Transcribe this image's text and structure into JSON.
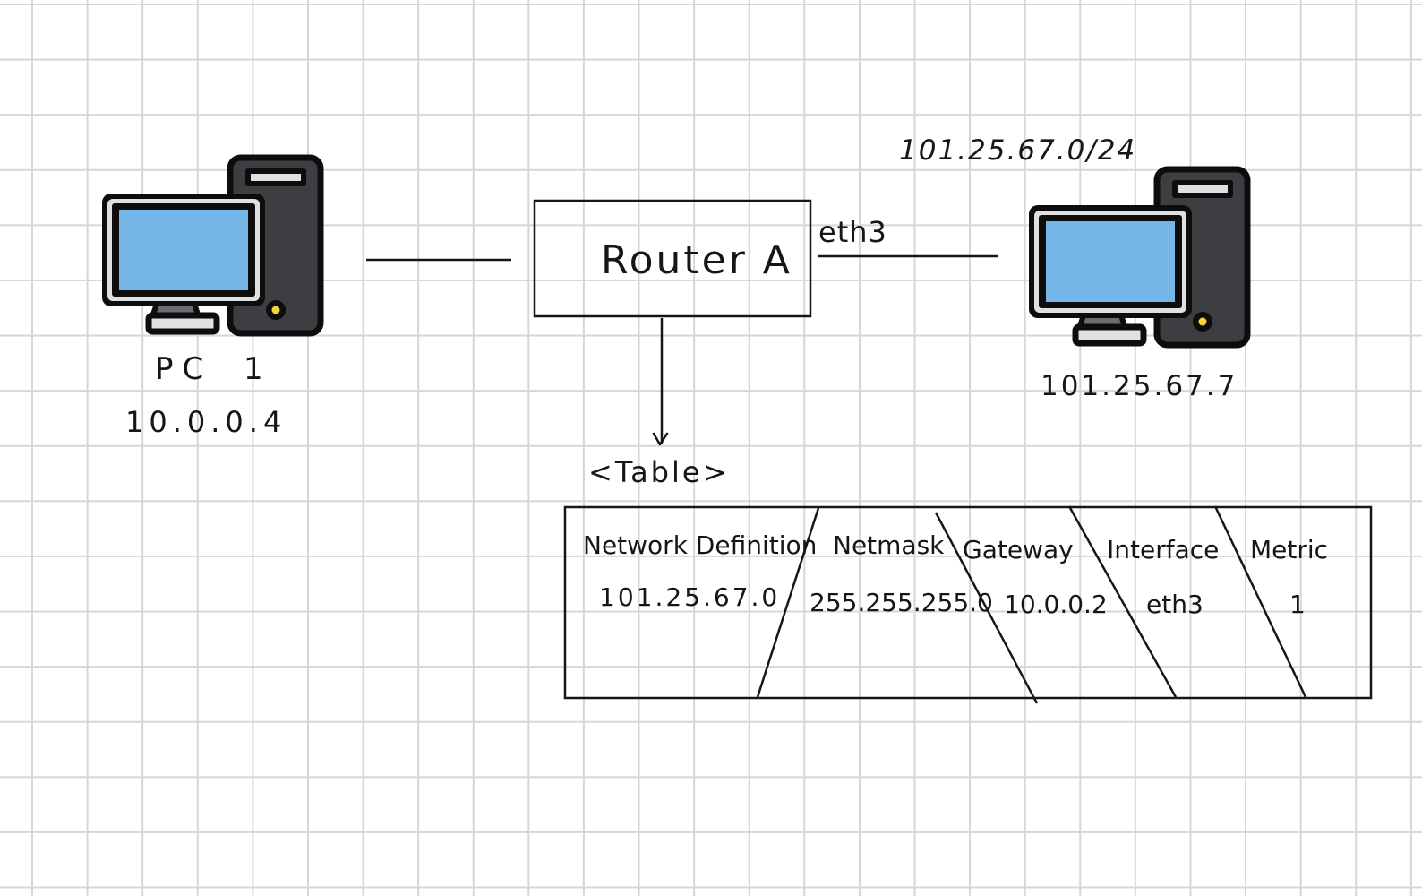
{
  "diagram": {
    "type": "network-routing-sketch",
    "nodes": {
      "pc1": {
        "name": "PC 1",
        "ip": "10.0.0.4",
        "icon": "desktop-computer-icon"
      },
      "router": {
        "name": "Router A",
        "interface_label": "eth3"
      },
      "pc2": {
        "ip": "101.25.67.7",
        "subnet": "101.25.67.0/24",
        "icon": "desktop-computer-icon"
      }
    },
    "table_caption": "<Table>",
    "routing_table": {
      "headers": [
        "Network Definition",
        "Netmask",
        "Gateway",
        "Interface",
        "Metric"
      ],
      "rows": [
        [
          "101.25.67.0",
          "255.255.255.0",
          "10.0.0.2",
          "eth3",
          "1"
        ]
      ]
    },
    "colors": {
      "screen": "#74b6e8",
      "tower": "#3d3d42",
      "outline": "#0d0d0d",
      "bezel": "#e0e0e0",
      "power_led": "#f5d53a",
      "grid": "#d6d6d6",
      "ink": "#161616"
    }
  }
}
